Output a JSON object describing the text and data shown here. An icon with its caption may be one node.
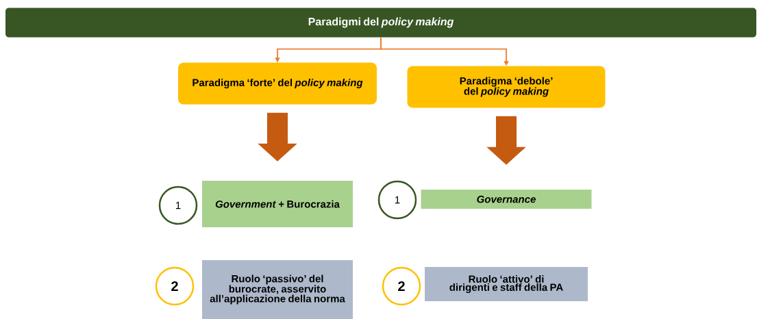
{
  "diagram": {
    "nodes": [
      {
        "text": [
          "Paradigmi del *policy making*"
        ]
      },
      {
        "text": [
          "Paradigma ‘forte’ del *policy making*"
        ]
      },
      {
        "text": [
          "Paradigma ‘debole’ del *policy making*"
        ]
      },
      {
        "text": [
          "1"
        ]
      },
      {
        "text": [
          "*Government* + Burocrazia"
        ]
      },
      {
        "text": [
          "2"
        ]
      },
      {
        "text": [
          "Ruolo ‘passivo’ del burocrate, asservito all’applicazione della norma"
        ]
      },
      {
        "text": [
          "1"
        ]
      },
      {
        "text": [
          "Governance"
        ]
      },
      {
        "text": [
          "2"
        ]
      },
      {
        "text": [
          "Ruolo ‘attivo’ di dirigenti e staff della PA"
        ]
      }
    ],
    "edges": [
      {
        "from": 0,
        "to": 1,
        "arrow": "to",
        "color": "#ed7d31"
      },
      {
        "from": 0,
        "to": 2,
        "arrow": "to",
        "color": "#ed7d31"
      },
      {
        "from": 1,
        "to": null,
        "arrow": "to",
        "style": "thick",
        "color": "#c55a11"
      },
      {
        "from": 2,
        "to": null,
        "arrow": "to",
        "style": "thick",
        "color": "#c55a11"
      }
    ]
  }
}
